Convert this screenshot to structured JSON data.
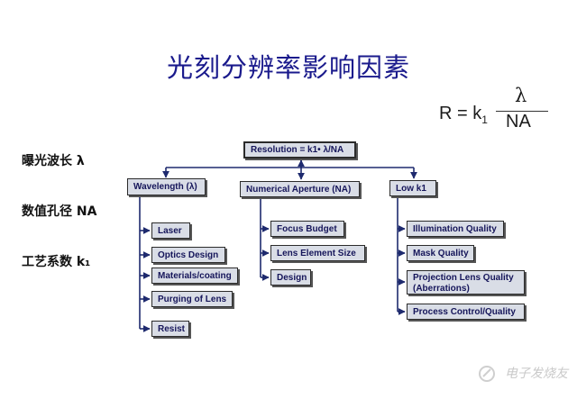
{
  "title": "光刻分辨率影响因素",
  "formula": {
    "lhs": "R = k",
    "sub": "1",
    "numerator": "λ",
    "denominator": "NA"
  },
  "left_labels": [
    "曝光波长 λ",
    "数值孔径 NA",
    "工艺系数 k₁"
  ],
  "diagram": {
    "root": "Resolution = k1• λ/NA",
    "branches": [
      {
        "label": "Wavelength (λ)",
        "children": [
          "Laser",
          "Optics Design",
          "Materials/coating",
          "Purging of Lens",
          "Resist"
        ]
      },
      {
        "label": "Numerical Aperture (NA)",
        "children": [
          "Focus Budget",
          "Lens Element Size",
          "Design"
        ]
      },
      {
        "label": "Low k1",
        "children": [
          "Illumination Quality",
          "Mask Quality",
          "Projection Lens Quality (Aberrations)",
          "Process Control/Quality"
        ]
      }
    ]
  },
  "watermark": "电子发烧友",
  "colors": {
    "title": "#1a1a8c",
    "box_fill": "#d9dde6",
    "box_text": "#15155a",
    "connector": "#1e2a6e"
  }
}
